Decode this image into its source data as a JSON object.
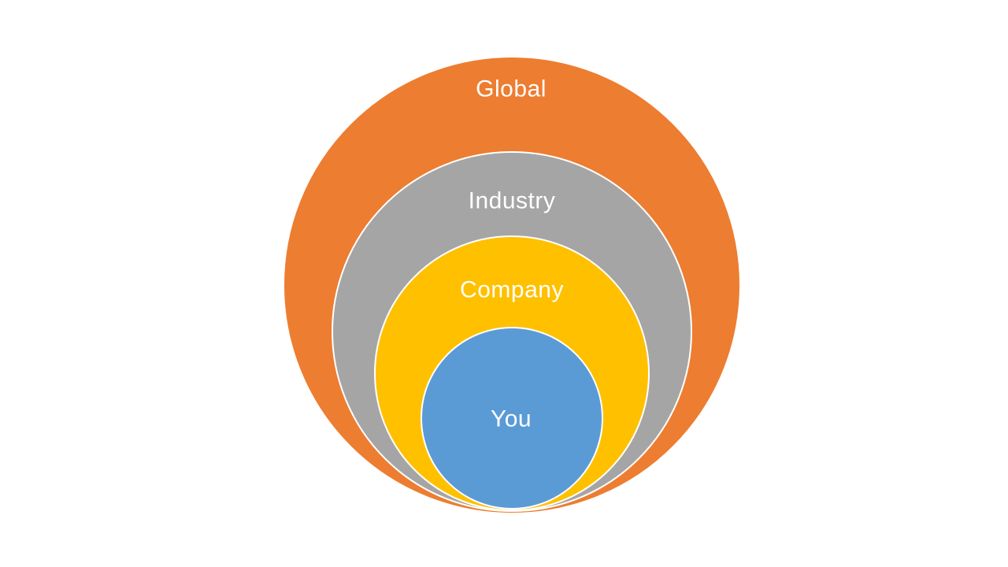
{
  "diagram": {
    "type": "stacked-venn",
    "background_color": "#FFFFFF",
    "label_text_color": "#FFFFFF",
    "stroke_color": "#FFFFFF",
    "circles": [
      {
        "label": "Global",
        "color": "#ED7D31"
      },
      {
        "label": "Industry",
        "color": "#A5A5A5"
      },
      {
        "label": "Company",
        "color": "#FFC000"
      },
      {
        "label": "You",
        "color": "#5B9BD5"
      }
    ]
  }
}
